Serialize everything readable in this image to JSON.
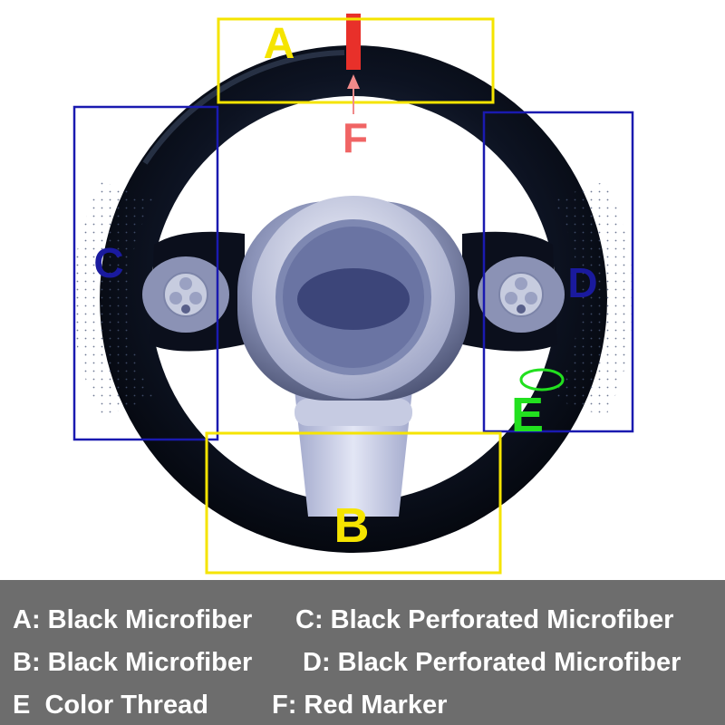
{
  "callouts": {
    "a": {
      "letter": "A",
      "color": "#f5e400"
    },
    "b": {
      "letter": "B",
      "color": "#f5e400"
    },
    "c": {
      "letter": "C",
      "color": "#1a1a9e"
    },
    "d": {
      "letter": "D",
      "color": "#1a1a9e"
    },
    "e": {
      "letter": "E",
      "color": "#22e01f"
    },
    "f": {
      "letter": "F",
      "color": "#f06464"
    }
  },
  "legend": {
    "a": "A: Black Microfiber",
    "c": "C: Black Perforated Microfiber",
    "b": "B: Black Microfiber",
    "d": "D: Black Perforated Microfiber",
    "e": "E  Color Thread",
    "f": "F: Red Marker"
  },
  "colors": {
    "legend_background": "#6d6d6d",
    "red_marker": "#e8302a"
  }
}
